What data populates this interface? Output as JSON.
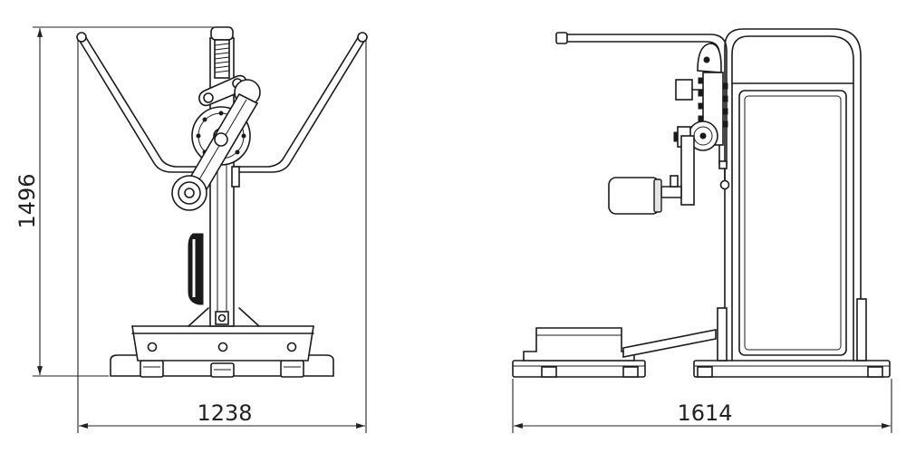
{
  "dimensions": {
    "height": "1496",
    "front_width": "1238",
    "side_length": "1614"
  }
}
